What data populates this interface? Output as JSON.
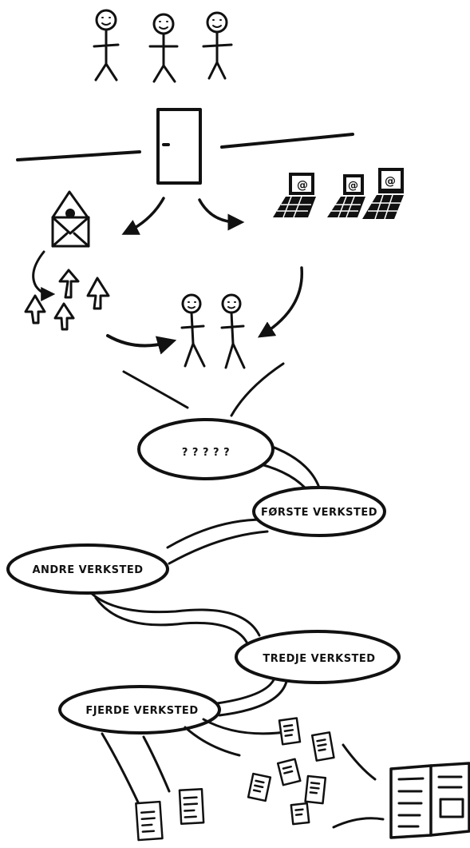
{
  "question_marks": "? ? ? ? ?",
  "workshops": [
    {
      "id": "forste",
      "label": "FØRSTE VERKSTED"
    },
    {
      "id": "andre",
      "label": "ANDRE VERKSTED"
    },
    {
      "id": "tredje",
      "label": "TREDJE VERKSTED"
    },
    {
      "id": "fjerde",
      "label": "FJERDE VERKSTED"
    }
  ],
  "colors": {
    "ink": "#111111",
    "paper": "#ffffff"
  }
}
